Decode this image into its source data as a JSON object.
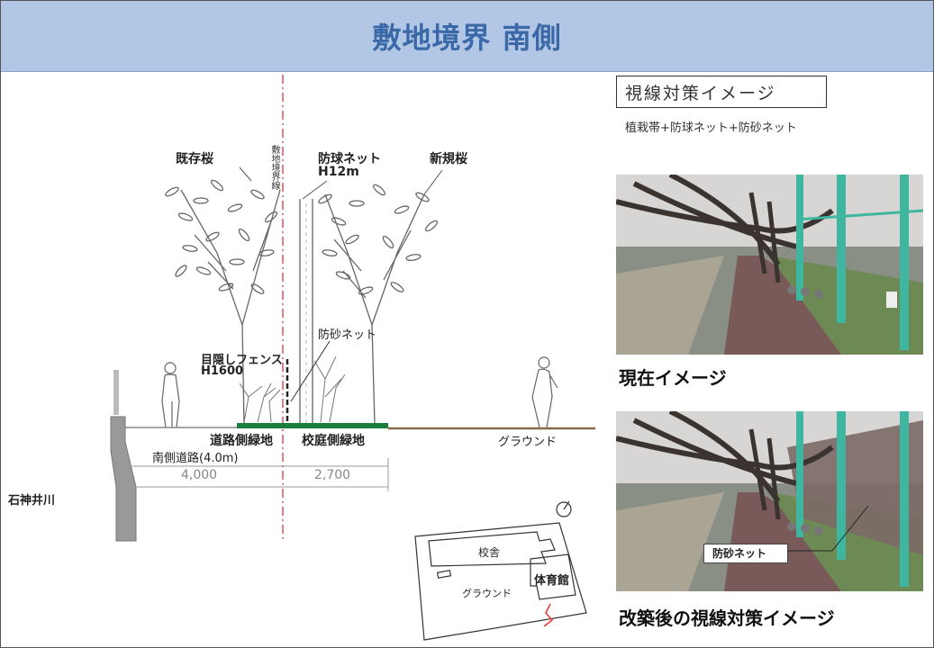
{
  "title": "敷地境界 南側",
  "image_box": {
    "label": "視線対策イメージ",
    "subtitle": "植栽帯+防球ネット+防砂ネット"
  },
  "section": {
    "boundary_label": "敷地境界線",
    "existing_tree": "既存桜",
    "ball_net": "防球ネット",
    "ball_net_height": "H12m",
    "new_tree": "新規桜",
    "sand_net": "防砂ネット",
    "fence": "目隠しフェンス",
    "fence_height": "H1600",
    "road_green": "道路側緑地",
    "school_green": "校庭側緑地",
    "ground": "グラウンド",
    "road": "南側道路(4.0m)",
    "dim_left": "4,000",
    "dim_right": "2,700",
    "river": "石神井川"
  },
  "key_map": {
    "school": "校舎",
    "gym": "体育館",
    "ground": "グラウンド"
  },
  "photos": {
    "current_caption": "現在イメージ",
    "after_caption": "改築後の視線対策イメージ",
    "after_net_label": "防砂ネット"
  },
  "colors": {
    "title_bg": "#b2c7e6",
    "title_text": "#3b68a6",
    "net_post": "#3fb7a0",
    "green_strip": "#1a7f3a",
    "boundary_line": "#e0505a"
  }
}
